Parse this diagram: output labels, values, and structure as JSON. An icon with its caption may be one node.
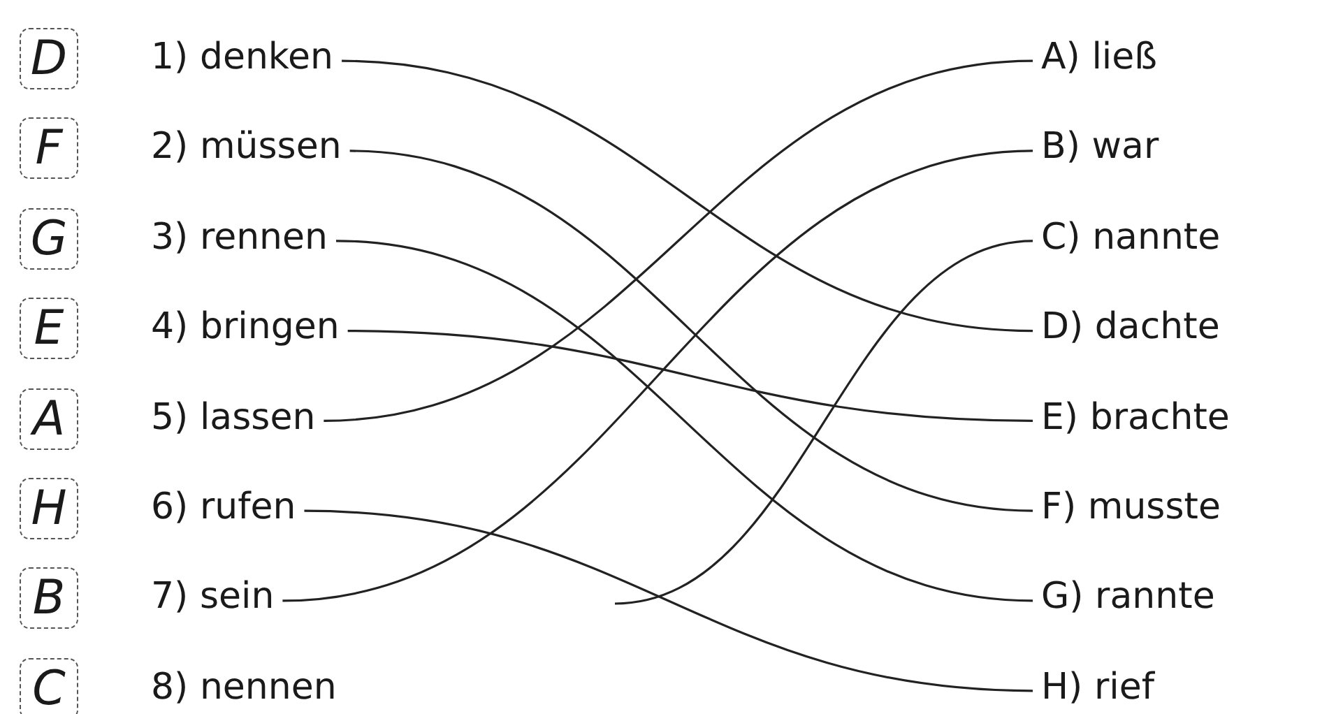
{
  "diagram": {
    "nodes": [
      {
        "text": [
          "D"
        ]
      },
      {
        "text": [
          "F"
        ]
      },
      {
        "text": [
          "G"
        ]
      },
      {
        "text": [
          "E"
        ]
      },
      {
        "text": [
          "A"
        ]
      },
      {
        "text": [
          "H"
        ]
      },
      {
        "text": [
          "B"
        ]
      },
      {
        "text": [
          "C"
        ]
      },
      {
        "text": [
          "1) denken"
        ]
      },
      {
        "text": [
          "2) müssen"
        ]
      },
      {
        "text": [
          "3) rennen"
        ]
      },
      {
        "text": [
          "4) bringen"
        ]
      },
      {
        "text": [
          "5) lassen"
        ]
      },
      {
        "text": [
          "6) rufen"
        ]
      },
      {
        "text": [
          "7) sein"
        ]
      },
      {
        "text": [
          "8) nennen"
        ]
      },
      {
        "text": [
          "A) ließ"
        ]
      },
      {
        "text": [
          "B) war"
        ]
      },
      {
        "text": [
          "C) nannte"
        ]
      },
      {
        "text": [
          "D) dachte"
        ]
      },
      {
        "text": [
          "E) brachte"
        ]
      },
      {
        "text": [
          "F) musste"
        ]
      },
      {
        "text": [
          "G) rannte"
        ]
      },
      {
        "text": [
          "H) rief"
        ]
      }
    ],
    "edges": [
      {
        "from": 8,
        "to": 19,
        "arrow": "none"
      },
      {
        "from": 9,
        "to": 21,
        "arrow": "none"
      },
      {
        "from": 10,
        "to": 22,
        "arrow": "none"
      },
      {
        "from": 11,
        "to": 20,
        "arrow": "none"
      },
      {
        "from": 12,
        "to": 16,
        "arrow": "none"
      },
      {
        "from": 13,
        "to": 23,
        "arrow": "none"
      },
      {
        "from": 14,
        "to": 17,
        "arrow": "none"
      },
      {
        "from": null,
        "to": 18,
        "arrow": "none"
      }
    ]
  }
}
